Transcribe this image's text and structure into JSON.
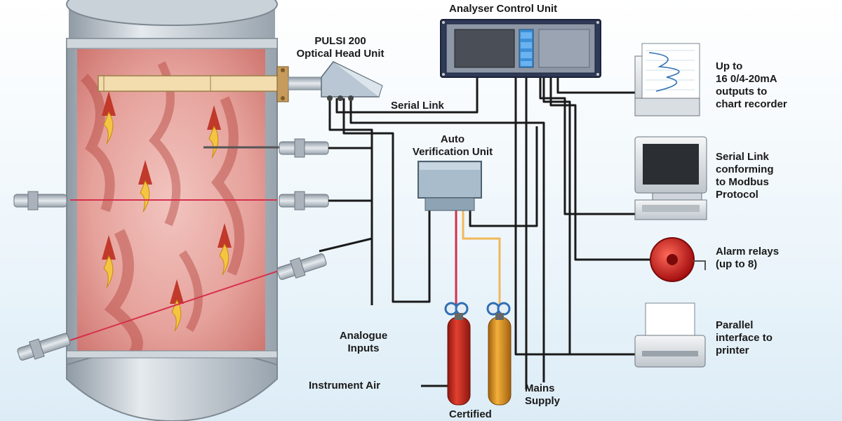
{
  "labels": {
    "analyser_control_unit": "Analyser Control Unit",
    "optical_head_unit": "PULSI 200\nOptical Head Unit",
    "serial_link_head": "Serial Link",
    "auto_verification_unit": "Auto\nVerification Unit",
    "analogue_inputs": "Analogue\nInputs",
    "instrument_air": "Instrument Air",
    "certified": "Certified",
    "mains_supply": "Mains\nSupply",
    "chart_recorder_outputs": "Up to\n16 0/4-20mA\noutputs to\nchart recorder",
    "serial_link_modbus": "Serial Link\nconforming\nto Modbus\nProtocol",
    "alarm_relays": "Alarm relays\n(up to 8)",
    "parallel_printer": "Parallel\ninterface to\nprinter"
  },
  "colors": {
    "stack_metal": "#b9c3cc",
    "stack_interior": "#e9a9a4",
    "flame": "#c0392b",
    "flame_core": "#f4c542",
    "cable": "#1a1a1a",
    "laser_beam": "#d6304a",
    "cylinder_red": "#c8281c",
    "cylinder_orange": "#e0901c",
    "unit_panel": "#2e3a57",
    "unit_screen": "#4a4f57",
    "unit_keys": "#3d8fd6",
    "verification_box": "#a9bccb",
    "alarm_bell": "#cc1c1c"
  },
  "icons": {
    "chart_recorder": "chart-recorder-icon",
    "computer": "computer-monitor-icon",
    "alarm": "alarm-bell-icon",
    "printer": "printer-icon"
  }
}
